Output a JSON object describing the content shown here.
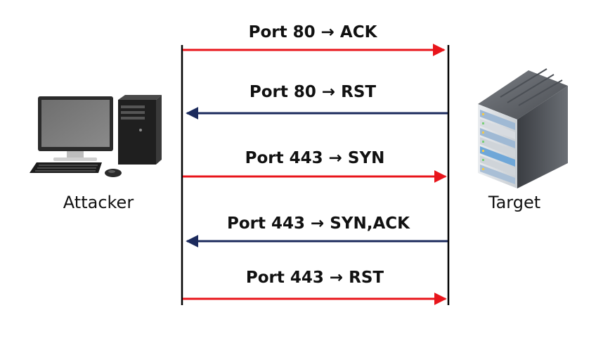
{
  "nodes": {
    "attacker": {
      "label": "Attacker",
      "icon": "desktop-computer-icon"
    },
    "target": {
      "label": "Target",
      "icon": "server-rack-icon"
    }
  },
  "messages": [
    {
      "label": "Port 80 → ACK",
      "from": "attacker",
      "to": "target",
      "color": "#e8151b"
    },
    {
      "label": "Port 80 → RST",
      "from": "target",
      "to": "attacker",
      "color": "#1b2a5c"
    },
    {
      "label": "Port 443 → SYN",
      "from": "attacker",
      "to": "target",
      "color": "#e8151b"
    },
    {
      "label": "Port 443 → SYN,ACK",
      "from": "target",
      "to": "attacker",
      "color": "#1b2a5c"
    },
    {
      "label": "Port 443 → RST",
      "from": "attacker",
      "to": "target",
      "color": "#e8151b"
    }
  ],
  "colors": {
    "request": "#e8151b",
    "response": "#1b2a5c",
    "lifeline": "#000000"
  }
}
